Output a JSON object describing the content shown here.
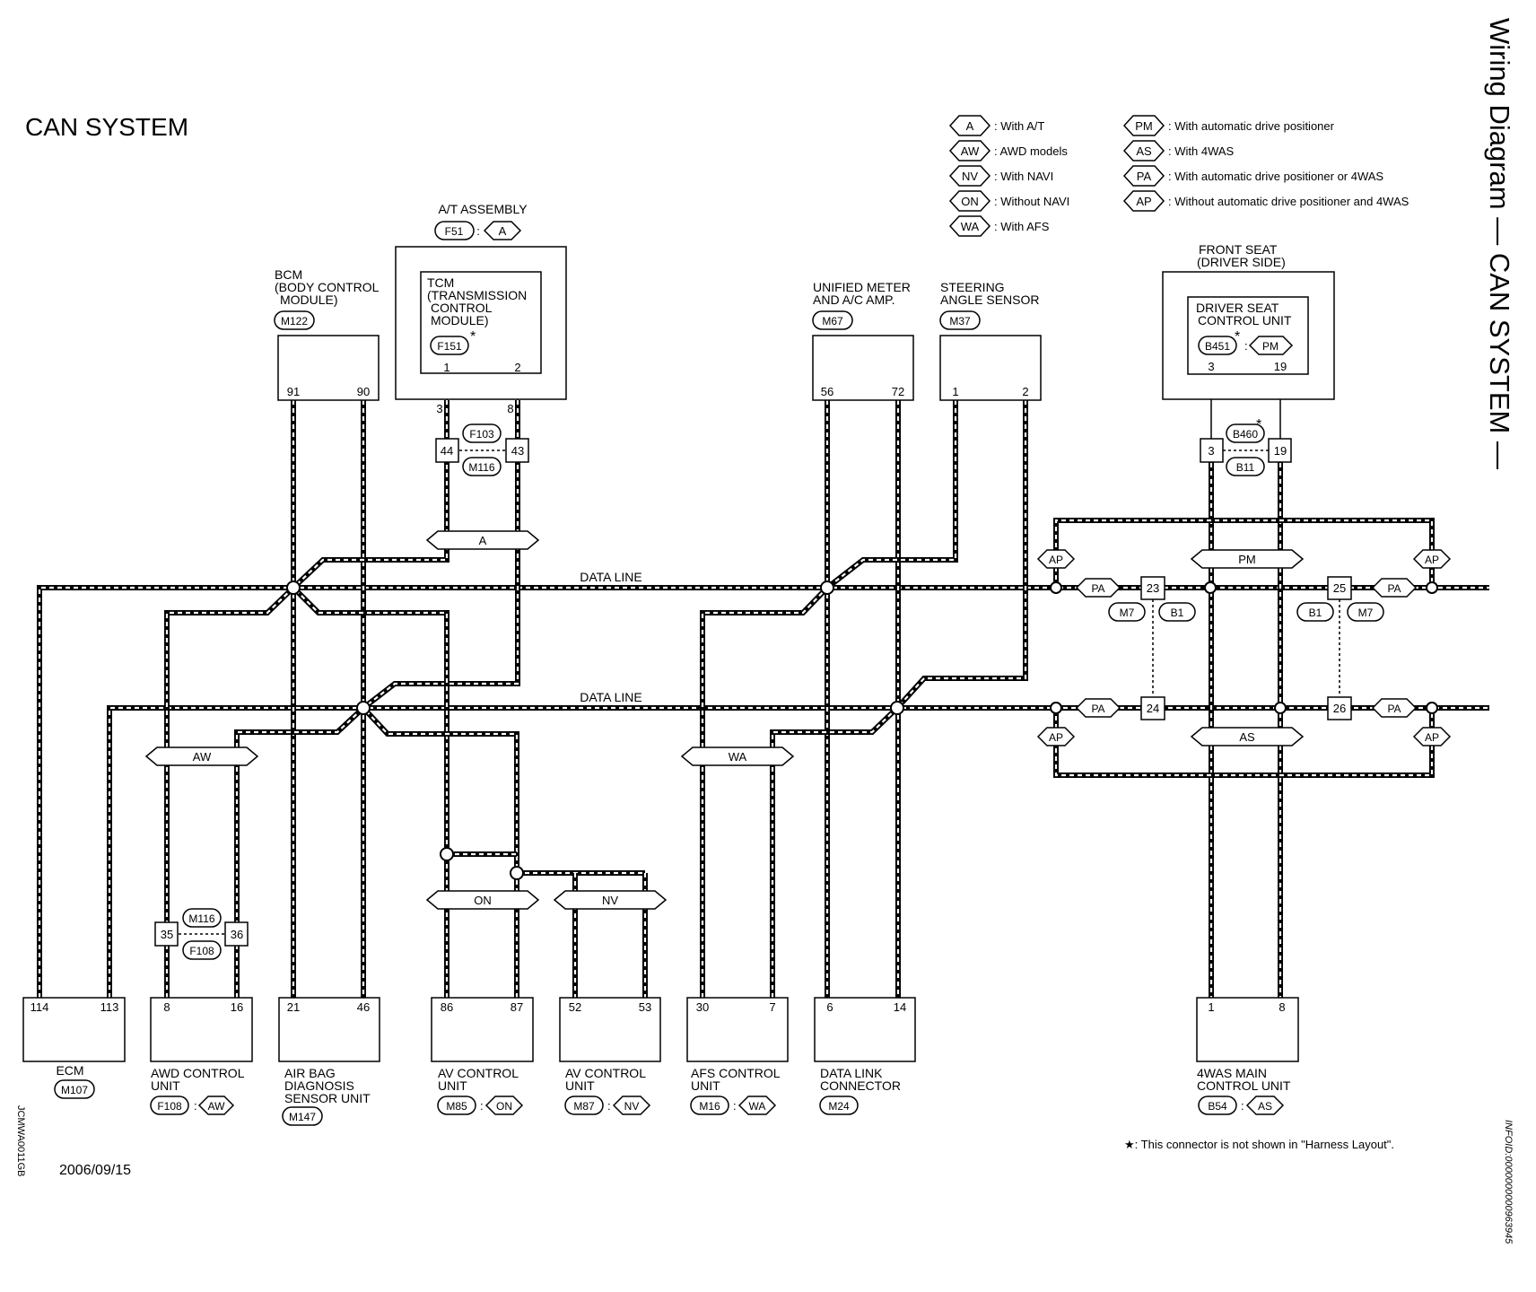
{
  "title": "CAN SYSTEM",
  "side_title": "Wiring Diagram — CAN SYSTEM —",
  "date": "2006/09/15",
  "figure_code": "JCMWA0011GB",
  "info_id": "INFOID:0000000000963945",
  "footnote": "★: This connector is not shown in \"Harness Layout\".",
  "data_line_label": "DATA LINE",
  "legend": [
    {
      "code": "A",
      "text": ": With A/T"
    },
    {
      "code": "AW",
      "text": ": AWD models"
    },
    {
      "code": "NV",
      "text": ": With NAVI"
    },
    {
      "code": "ON",
      "text": ": Without NAVI"
    },
    {
      "code": "WA",
      "text": ": With AFS"
    },
    {
      "code": "PM",
      "text": ": With automatic drive positioner"
    },
    {
      "code": "AS",
      "text": ": With 4WAS"
    },
    {
      "code": "PA",
      "text": ": With automatic drive positioner or 4WAS"
    },
    {
      "code": "AP",
      "text": ": Without automatic drive positioner and 4WAS"
    }
  ],
  "units": {
    "at_assembly": {
      "name": "A/T ASSEMBLY",
      "connector": "F51",
      "option": "A"
    },
    "tcm": {
      "name": [
        "TCM",
        "(TRANSMISSION",
        "CONTROL",
        "MODULE)"
      ],
      "connector": "F151",
      "star": "*",
      "pins": [
        "1",
        "2"
      ]
    },
    "bcm": {
      "name": [
        "BCM",
        "(BODY CONTROL",
        "MODULE)"
      ],
      "connector": "M122",
      "pins": [
        "91",
        "90"
      ]
    },
    "meter": {
      "name": [
        "UNIFIED METER",
        "AND A/C AMP."
      ],
      "connector": "M67",
      "pins": [
        "56",
        "72"
      ]
    },
    "steering": {
      "name": [
        "STEERING",
        "ANGLE SENSOR"
      ],
      "connector": "M37",
      "pins": [
        "1",
        "2"
      ]
    },
    "front_seat": {
      "name": [
        "FRONT SEAT",
        "(DRIVER SIDE)"
      ]
    },
    "seat_cu": {
      "name": [
        "DRIVER SEAT",
        "CONTROL UNIT"
      ],
      "connector": "B451",
      "star": "*",
      "option": "PM",
      "pins": [
        "3",
        "19"
      ]
    },
    "ecm": {
      "name": [
        "ECM"
      ],
      "connector": "M107",
      "pins": [
        "114",
        "113"
      ]
    },
    "awd": {
      "name": [
        "AWD CONTROL",
        "UNIT"
      ],
      "connector": "F108",
      "option": "AW",
      "pins": [
        "8",
        "16"
      ]
    },
    "airbag": {
      "name": [
        "AIR BAG",
        "DIAGNOSIS",
        "SENSOR UNIT"
      ],
      "connector": "M147",
      "pins": [
        "21",
        "46"
      ]
    },
    "av_on": {
      "name": [
        "AV CONTROL",
        "UNIT"
      ],
      "connector": "M85",
      "option": "ON",
      "pins": [
        "86",
        "87"
      ]
    },
    "av_nv": {
      "name": [
        "AV CONTROL",
        "UNIT"
      ],
      "connector": "M87",
      "option": "NV",
      "pins": [
        "52",
        "53"
      ]
    },
    "afs": {
      "name": [
        "AFS CONTROL",
        "UNIT"
      ],
      "connector": "M16",
      "option": "WA",
      "pins": [
        "30",
        "7"
      ]
    },
    "dlc": {
      "name": [
        "DATA LINK",
        "CONNECTOR"
      ],
      "connector": "M24",
      "pins": [
        "6",
        "14"
      ]
    },
    "was": {
      "name": [
        "4WAS MAIN",
        "CONTROL UNIT"
      ],
      "connector": "B54",
      "option": "AS",
      "pins": [
        "1",
        "8"
      ]
    }
  },
  "harness": {
    "tcm_pins": [
      "3",
      "8"
    ],
    "tcm_jc": {
      "top": "F103",
      "bottom": "M116",
      "left": "44",
      "right": "43"
    },
    "awd_jc": {
      "top": "M116",
      "bottom": "F108",
      "left": "35",
      "right": "36"
    },
    "seat_jc": {
      "top": "B460",
      "bottom": "B11",
      "left": "3",
      "right": "19",
      "star": "*"
    },
    "left_j": {
      "top": "23",
      "bottom": "24",
      "o1": "M7",
      "o2": "B1"
    },
    "right_j": {
      "top": "25",
      "bottom": "26",
      "o1": "B1",
      "o2": "M7"
    }
  },
  "options": {
    "a": "A",
    "aw": "AW",
    "wa": "WA",
    "on": "ON",
    "nv": "NV",
    "pm": "PM",
    "as": "AS",
    "pa": "PA",
    "ap": "AP"
  }
}
